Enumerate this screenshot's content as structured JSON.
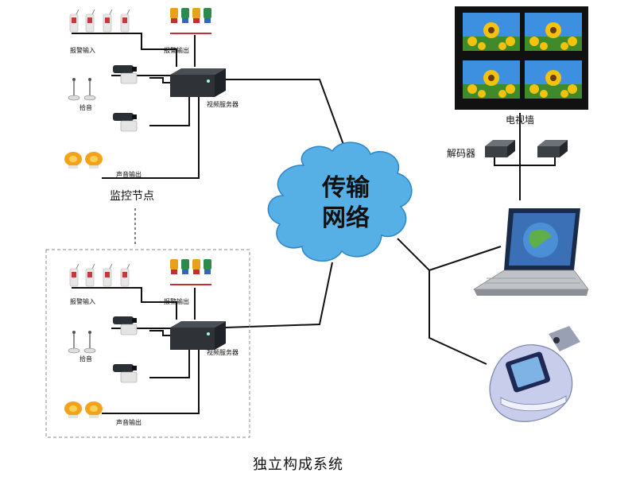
{
  "title": "独立构成系统",
  "network": {
    "line1": "传输",
    "line2": "网络"
  },
  "node_label": "监控节点",
  "node_top": {
    "alarm_in": "报警输入",
    "alarm_out": "报警输出",
    "pickup": "拾音",
    "video_server": "视频服务器",
    "audio_out": "声音输出"
  },
  "node_bottom": {
    "alarm_in": "报警输入",
    "alarm_out": "报警输出",
    "pickup": "拾音",
    "video_server": "视频服务器",
    "audio_out": "声音输出"
  },
  "right": {
    "tv_wall": "电视墙",
    "decoder": "解码器"
  },
  "colors": {
    "cloud": "#56b0e6",
    "cloud_stroke": "#2e86c8",
    "line": "#111111",
    "sky": "#3d8fe0",
    "sunflower": "#f2c20f",
    "stem": "#3f8a2a"
  }
}
